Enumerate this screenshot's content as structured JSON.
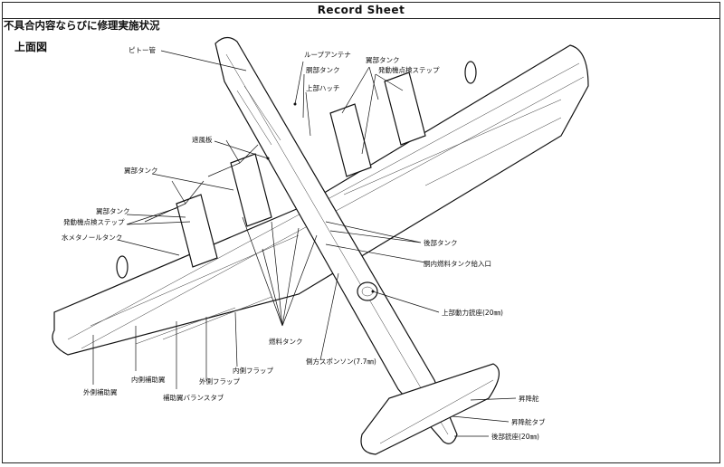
{
  "header": {
    "title": "Record Sheet"
  },
  "section": {
    "heading": "不具合内容ならびに修理実施状況",
    "view_title": "上面図"
  },
  "labels": {
    "pitot": "ピトー管",
    "loop_antenna": "ループアンテナ",
    "fuselage_tank": "胴部タンク",
    "upper_hatch": "上部ハッチ",
    "wing_tank_right": "翼部タンク",
    "engine_step_right": "発動機点検ステップ",
    "screen_plate": "遮風板",
    "wing_tank_left_upper": "翼部タンク",
    "wing_tank_left": "翼部タンク",
    "engine_step_left": "発動機点検ステップ",
    "water_methanol_tank": "水メタノールタンク",
    "rear_tank": "後部タンク",
    "fuel_inlet": "胴内燃料タンク給入口",
    "upper_turret": "上部動力銃座(20㎜)",
    "fuel_tanks": "燃料タンク",
    "outer_flap": "外側フラップ",
    "inner_flap": "内側フラップ",
    "side_blister": "側方スポンソン(7.7㎜)",
    "outer_aux_wing": "外側補助翼",
    "inner_aux_wing": "内側補助翼",
    "aux_trim_tab": "補助翼バランスタブ",
    "elevator": "昇降舵",
    "elevator_tab": "昇降舵タブ",
    "tail_turret": "後部銃座(20㎜)"
  }
}
